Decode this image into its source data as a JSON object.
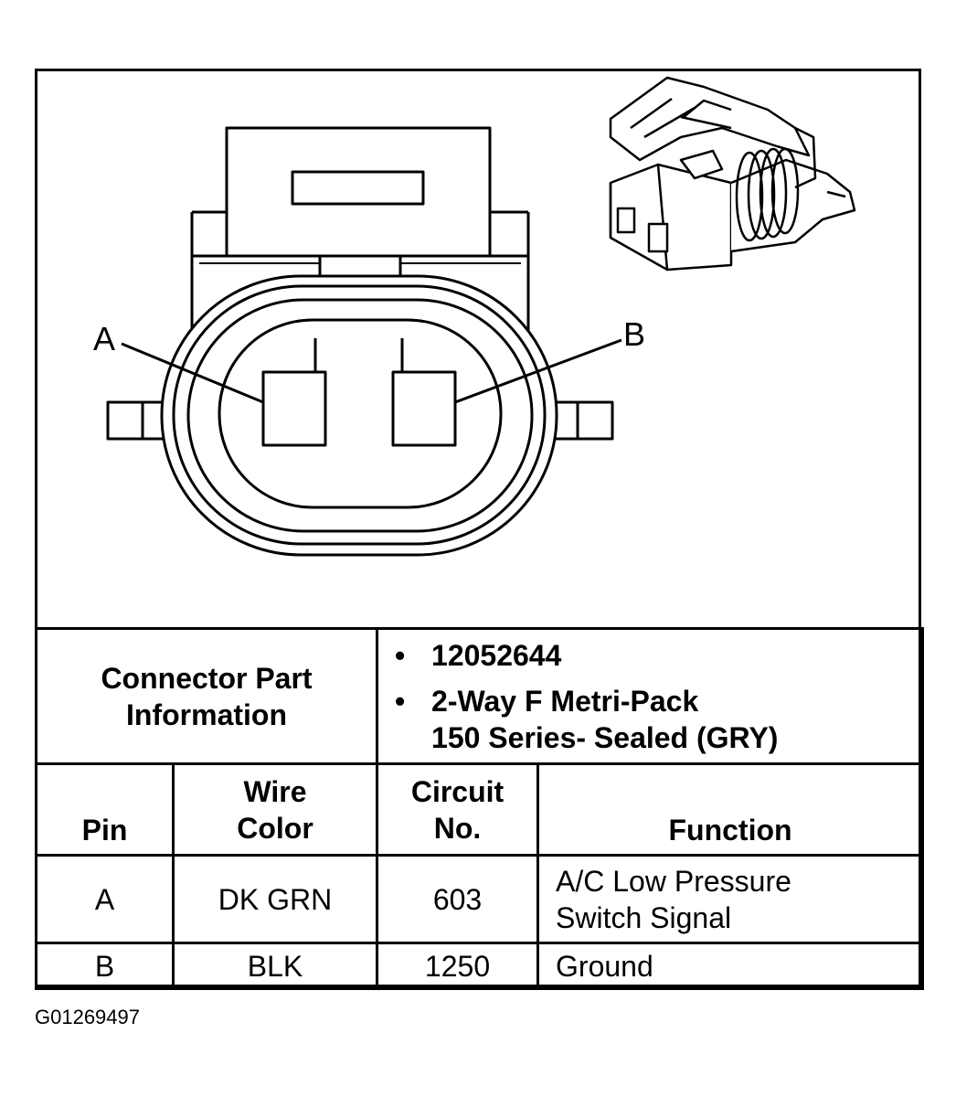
{
  "diagram": {
    "pin_labels": [
      "A",
      "B"
    ],
    "figure_id": "G01269497"
  },
  "connector_info": {
    "label_line1": "Connector Part",
    "label_line2": "Information",
    "part_number": "12052644",
    "description_line1": "2-Way F Metri-Pack",
    "description_line2": "150 Series- Sealed (GRY)"
  },
  "table": {
    "headers": {
      "pin": "Pin",
      "wire_color_line1": "Wire",
      "wire_color_line2": "Color",
      "circuit_line1": "Circuit",
      "circuit_line2": "No.",
      "function": "Function"
    },
    "rows": [
      {
        "pin": "A",
        "wire_color": "DK GRN",
        "circuit": "603",
        "function_line1": "A/C Low Pressure",
        "function_line2": "Switch Signal"
      },
      {
        "pin": "B",
        "wire_color": "BLK",
        "circuit": "1250",
        "function_line1": "Ground",
        "function_line2": ""
      }
    ]
  }
}
